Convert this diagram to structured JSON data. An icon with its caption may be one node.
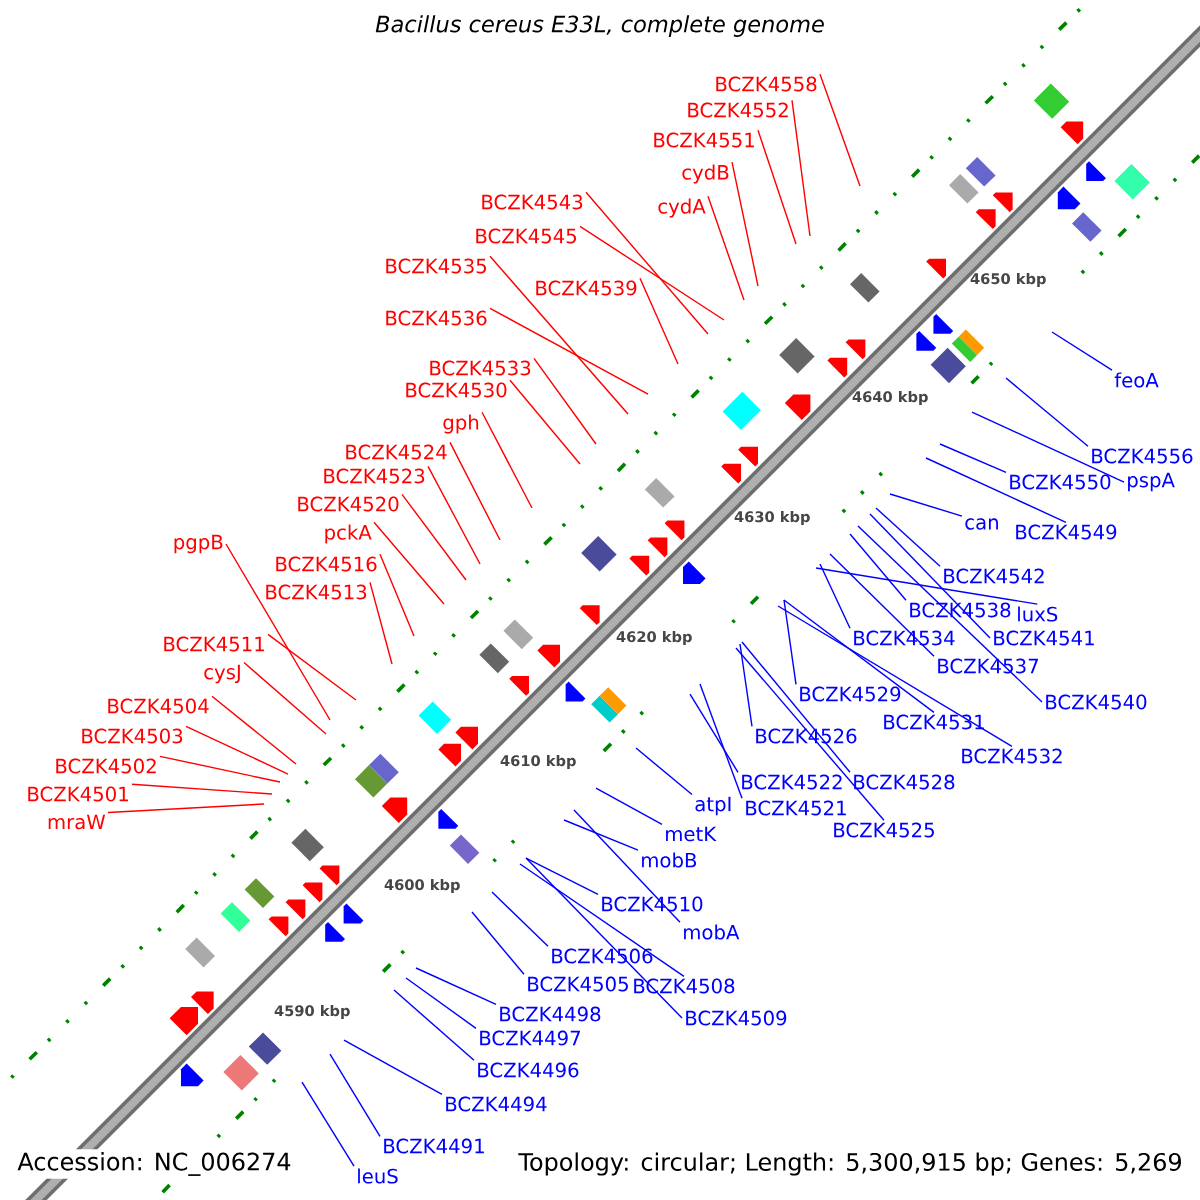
{
  "diagram": {
    "title": "Bacillus cereus E33L, complete genome",
    "nodes": [
      {
        "text": [
          "BCZK4558"
        ]
      },
      {
        "text": [
          "BCZK4552"
        ]
      },
      {
        "text": [
          "BCZK4551"
        ]
      },
      {
        "text": [
          "cydB"
        ]
      },
      {
        "text": [
          "cydA"
        ]
      },
      {
        "text": [
          "BCZK4543"
        ]
      },
      {
        "text": [
          "BCZK4545"
        ]
      },
      {
        "text": [
          "BCZK4535"
        ]
      },
      {
        "text": [
          "BCZK4539"
        ]
      },
      {
        "text": [
          "BCZK4536"
        ]
      },
      {
        "text": [
          "BCZK4533"
        ]
      },
      {
        "text": [
          "BCZK4530"
        ]
      },
      {
        "text": [
          "gph"
        ]
      },
      {
        "text": [
          "BCZK4524"
        ]
      },
      {
        "text": [
          "BCZK4523"
        ]
      },
      {
        "text": [
          "BCZK4520"
        ]
      },
      {
        "text": [
          "pckA"
        ]
      },
      {
        "text": [
          "pgpB"
        ]
      },
      {
        "text": [
          "BCZK4516"
        ]
      },
      {
        "text": [
          "BCZK4513"
        ]
      },
      {
        "text": [
          "BCZK4511"
        ]
      },
      {
        "text": [
          "cysJ"
        ]
      },
      {
        "text": [
          "BCZK4504"
        ]
      },
      {
        "text": [
          "BCZK4503"
        ]
      },
      {
        "text": [
          "BCZK4502"
        ]
      },
      {
        "text": [
          "BCZK4501"
        ]
      },
      {
        "text": [
          "mraW"
        ]
      },
      {
        "text": [
          "feoA"
        ]
      },
      {
        "text": [
          "BCZK4556"
        ]
      },
      {
        "text": [
          "pspA"
        ]
      },
      {
        "text": [
          "BCZK4550"
        ]
      },
      {
        "text": [
          "BCZK4549"
        ]
      },
      {
        "text": [
          "can"
        ]
      },
      {
        "text": [
          "BCZK4542"
        ]
      },
      {
        "text": [
          "BCZK4538"
        ]
      },
      {
        "text": [
          "luxS"
        ]
      },
      {
        "text": [
          "BCZK4541"
        ]
      },
      {
        "text": [
          "BCZK4534"
        ]
      },
      {
        "text": [
          "BCZK4537"
        ]
      },
      {
        "text": [
          "BCZK4540"
        ]
      },
      {
        "text": [
          "BCZK4529"
        ]
      },
      {
        "text": [
          "BCZK4531"
        ]
      },
      {
        "text": [
          "BCZK4526"
        ]
      },
      {
        "text": [
          "BCZK4532"
        ]
      },
      {
        "text": [
          "BCZK4522"
        ]
      },
      {
        "text": [
          "BCZK4528"
        ]
      },
      {
        "text": [
          "atpI"
        ]
      },
      {
        "text": [
          "BCZK4521"
        ]
      },
      {
        "text": [
          "BCZK4525"
        ]
      },
      {
        "text": [
          "metK"
        ]
      },
      {
        "text": [
          "mobB"
        ]
      },
      {
        "text": [
          "BCZK4510"
        ]
      },
      {
        "text": [
          "mobA"
        ]
      },
      {
        "text": [
          "BCZK4506"
        ]
      },
      {
        "text": [
          "BCZK4505"
        ]
      },
      {
        "text": [
          "BCZK4508"
        ]
      },
      {
        "text": [
          "BCZK4509"
        ]
      },
      {
        "text": [
          "BCZK4498"
        ]
      },
      {
        "text": [
          "BCZK4497"
        ]
      },
      {
        "text": [
          "BCZK4496"
        ]
      },
      {
        "text": [
          "BCZK4494"
        ]
      },
      {
        "text": [
          "BCZK4491"
        ]
      },
      {
        "text": [
          "leuS"
        ]
      }
    ],
    "edges": [
      {
        "from": 0,
        "to": null,
        "arrow": "none",
        "color": "#ff0000"
      },
      {
        "from": 1,
        "to": null,
        "arrow": "none",
        "color": "#ff0000"
      },
      {
        "from": 2,
        "to": null,
        "arrow": "none",
        "color": "#ff0000"
      },
      {
        "from": 3,
        "to": null,
        "arrow": "none",
        "color": "#ff0000"
      },
      {
        "from": 4,
        "to": null,
        "arrow": "none",
        "color": "#ff0000"
      },
      {
        "from": 5,
        "to": null,
        "arrow": "none",
        "color": "#ff0000"
      },
      {
        "from": 6,
        "to": null,
        "arrow": "none",
        "color": "#ff0000"
      },
      {
        "from": 7,
        "to": null,
        "arrow": "none",
        "color": "#ff0000"
      },
      {
        "from": 8,
        "to": null,
        "arrow": "none",
        "color": "#ff0000"
      },
      {
        "from": 9,
        "to": null,
        "arrow": "none",
        "color": "#ff0000"
      },
      {
        "from": 10,
        "to": null,
        "arrow": "none",
        "color": "#ff0000"
      },
      {
        "from": 11,
        "to": null,
        "arrow": "none",
        "color": "#ff0000"
      },
      {
        "from": 12,
        "to": null,
        "arrow": "none",
        "color": "#ff0000"
      },
      {
        "from": 13,
        "to": null,
        "arrow": "none",
        "color": "#ff0000"
      },
      {
        "from": 14,
        "to": null,
        "arrow": "none",
        "color": "#ff0000"
      },
      {
        "from": 15,
        "to": null,
        "arrow": "none",
        "color": "#ff0000"
      },
      {
        "from": 16,
        "to": null,
        "arrow": "none",
        "color": "#ff0000"
      },
      {
        "from": 17,
        "to": null,
        "arrow": "none",
        "color": "#ff0000"
      },
      {
        "from": 18,
        "to": null,
        "arrow": "none",
        "color": "#ff0000"
      },
      {
        "from": 19,
        "to": null,
        "arrow": "none",
        "color": "#ff0000"
      },
      {
        "from": 20,
        "to": null,
        "arrow": "none",
        "color": "#ff0000"
      },
      {
        "from": 21,
        "to": null,
        "arrow": "none",
        "color": "#ff0000"
      },
      {
        "from": 22,
        "to": null,
        "arrow": "none",
        "color": "#ff0000"
      },
      {
        "from": 23,
        "to": null,
        "arrow": "none",
        "color": "#ff0000"
      },
      {
        "from": 24,
        "to": null,
        "arrow": "none",
        "color": "#ff0000"
      },
      {
        "from": 25,
        "to": null,
        "arrow": "none",
        "color": "#ff0000"
      },
      {
        "from": 26,
        "to": null,
        "arrow": "none",
        "color": "#ff0000"
      },
      {
        "from": 27,
        "to": null,
        "arrow": "none"
      },
      {
        "from": 28,
        "to": null,
        "arrow": "none"
      },
      {
        "from": 29,
        "to": null,
        "arrow": "none"
      },
      {
        "from": 30,
        "to": null,
        "arrow": "none"
      },
      {
        "from": 31,
        "to": null,
        "arrow": "none"
      },
      {
        "from": 32,
        "to": null,
        "arrow": "none"
      },
      {
        "from": 33,
        "to": null,
        "arrow": "none"
      },
      {
        "from": 34,
        "to": null,
        "arrow": "none"
      },
      {
        "from": 35,
        "to": null,
        "arrow": "none"
      },
      {
        "from": 36,
        "to": null,
        "arrow": "none"
      },
      {
        "from": 37,
        "to": null,
        "arrow": "none"
      },
      {
        "from": 38,
        "to": null,
        "arrow": "none"
      },
      {
        "from": 39,
        "to": null,
        "arrow": "none"
      },
      {
        "from": 40,
        "to": null,
        "arrow": "none"
      },
      {
        "from": 41,
        "to": null,
        "arrow": "none"
      },
      {
        "from": 42,
        "to": null,
        "arrow": "none"
      },
      {
        "from": 43,
        "to": null,
        "arrow": "none"
      },
      {
        "from": 44,
        "to": null,
        "arrow": "none"
      },
      {
        "from": 45,
        "to": null,
        "arrow": "none"
      },
      {
        "from": 46,
        "to": null,
        "arrow": "none"
      },
      {
        "from": 47,
        "to": null,
        "arrow": "none"
      },
      {
        "from": 48,
        "to": null,
        "arrow": "none"
      },
      {
        "from": 49,
        "to": null,
        "arrow": "none"
      },
      {
        "from": 50,
        "to": null,
        "arrow": "none"
      },
      {
        "from": 51,
        "to": null,
        "arrow": "none"
      },
      {
        "from": 52,
        "to": null,
        "arrow": "none"
      },
      {
        "from": 53,
        "to": null,
        "arrow": "none"
      },
      {
        "from": 54,
        "to": null,
        "arrow": "none"
      },
      {
        "from": 55,
        "to": null,
        "arrow": "none"
      },
      {
        "from": 56,
        "to": null,
        "arrow": "none"
      },
      {
        "from": 57,
        "to": null,
        "arrow": "none"
      },
      {
        "from": 58,
        "to": null,
        "arrow": "none"
      },
      {
        "from": 59,
        "to": null,
        "arrow": "none"
      },
      {
        "from": 60,
        "to": null,
        "arrow": "none"
      },
      {
        "from": 61,
        "to": null,
        "arrow": "none"
      },
      {
        "from": 62,
        "to": null,
        "arrow": "none"
      }
    ],
    "labels": [
      "4650 kbp",
      "4640 kbp",
      "4630 kbp",
      "4620 kbp",
      "4610 kbp",
      "4600 kbp",
      "4590 kbp",
      "Accession: NC_006274",
      "Topology: circular; Length: 5,300,915 bp; Genes: 5,269"
    ]
  }
}
